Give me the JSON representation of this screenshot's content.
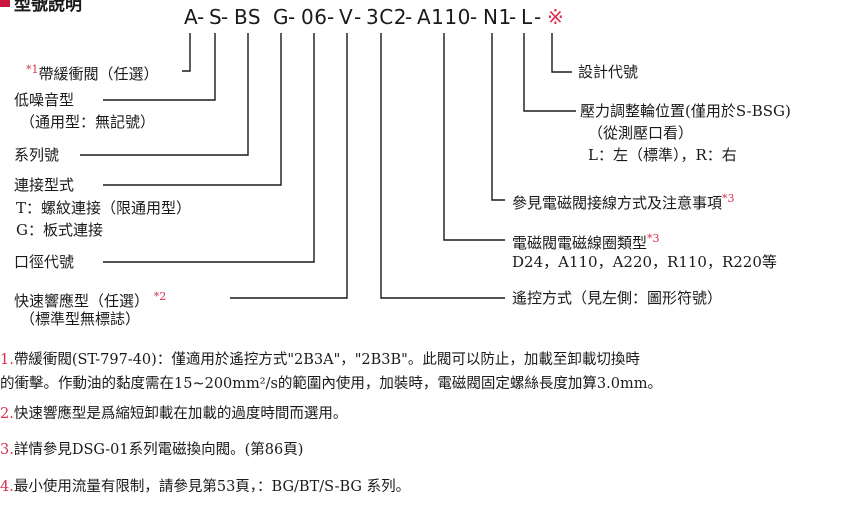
{
  "heading": "型號說明",
  "model_code": {
    "segments": [
      "A",
      "-",
      "S",
      "-",
      "BS",
      " ",
      "G",
      "-",
      "06",
      "-",
      "V",
      "-",
      "3C2",
      "-",
      "A110",
      "-",
      "N1",
      "-",
      "L",
      "-",
      "※"
    ]
  },
  "fields": {
    "brake_valve": {
      "star": "*1",
      "label": "帶緩衝閥（任選）"
    },
    "low_noise": {
      "label": "低噪音型",
      "note": "（通用型：無記號）"
    },
    "series": {
      "label": "系列號"
    },
    "connection": {
      "label": "連接型式",
      "opt1": "T：螺紋連接（限通用型）",
      "opt2": "G：板式連接"
    },
    "size": {
      "label": "口徑代號"
    },
    "fast_response": {
      "label": "快速響應型（任選）",
      "star": "*2",
      "note": "（標準型無標誌）"
    },
    "design_no": {
      "label": "設計代號"
    },
    "pressure_knob": {
      "label": "壓力調整輪位置(僅用於S-BSG)",
      "sub1": "（從測壓口看）",
      "sub2": "L：左（標準），R：右"
    },
    "wiring": {
      "label": "參見電磁閥接線方式及注意事項",
      "star": "*3"
    },
    "coil": {
      "label": "電磁閥電磁線圈類型",
      "star": "*3",
      "values": "D24，A110，A220，R110，R220等"
    },
    "control": {
      "label": "遙控方式（見左側：圖形符號）"
    }
  },
  "notes": [
    {
      "num": "1.",
      "text": "帶緩衝閥(ST-797-40)：僅適用於遙控方式\"2B3A\"，\"2B3B\"。此閥可以防止，加載至卸載切換時"
    },
    {
      "num": "",
      "text": "的衝擊。作動油的黏度需在15~200mm²/s的範圍內使用，加裝時，電磁閥固定螺絲長度加算3.0mm。"
    },
    {
      "num": "2.",
      "text": "快速響應型是爲縮短卸載在加載的過度時間而選用。"
    },
    {
      "num": "3.",
      "text": "詳情參見DSG-01系列電磁換向閥。(第86頁)"
    },
    {
      "num": "4.",
      "text": "最小使用流量有限制，請參見第53頁，：BG/BT/S-BG 系列。"
    }
  ]
}
